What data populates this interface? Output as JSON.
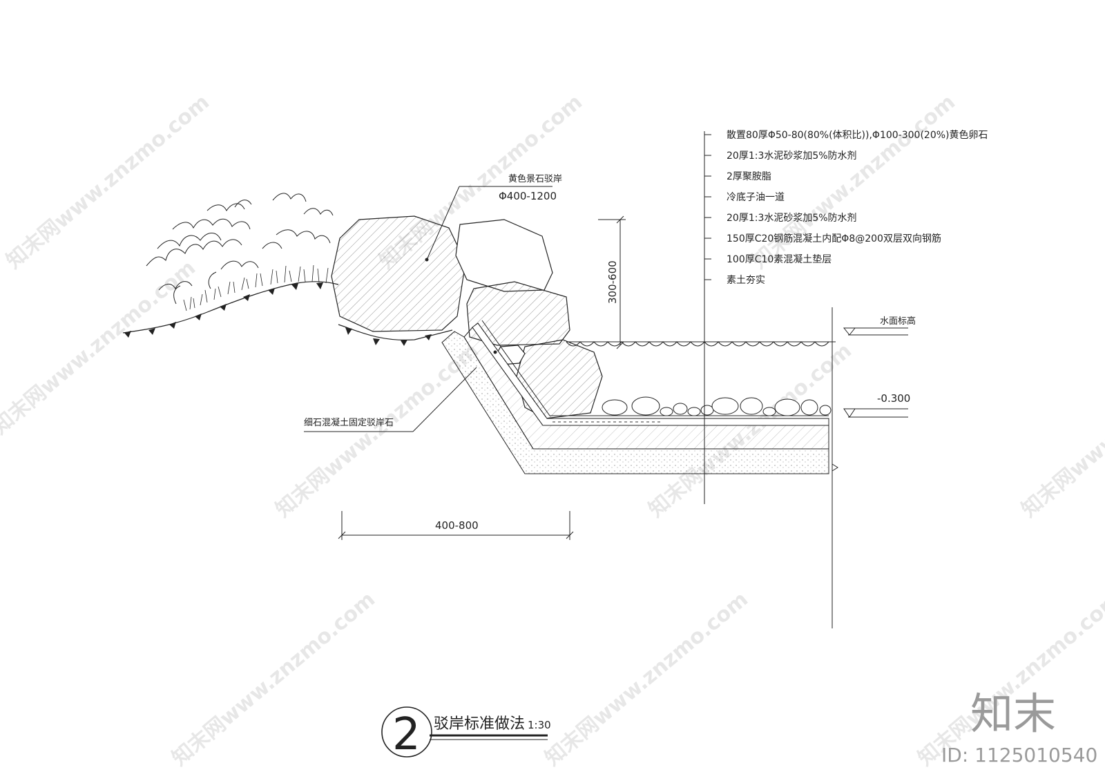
{
  "boulder_callout": {
    "title": "黄色景石驳岸",
    "size": "Φ400-1200"
  },
  "layers": [
    "散置80厚Φ50-80(80%(体积比)),Φ100-300(20%)黄色卵石",
    "20厚1:3水泥砂浆加5%防水剂",
    "2厚聚胺脂",
    "冷底子油一道",
    "20厚1:3水泥砂浆加5%防水剂",
    "150厚C20钢筋混凝土内配Φ8@200双层双向钢筋",
    "100厚C10素混凝土垫层",
    "素土夯实"
  ],
  "dimensions": {
    "height_range": "300-600",
    "width_range": "400-800"
  },
  "levels": {
    "water_surface": "水面标高",
    "bottom": "-0.300"
  },
  "bank_note": "细石混凝土固定驳岸石",
  "title_block": {
    "number": "2",
    "title": "驳岸标准做法",
    "scale": "1:30"
  },
  "watermark": {
    "text": "知末网www.znzmo.com",
    "brand": "知末",
    "id": "ID: 1125010540"
  },
  "colors": {
    "line": "#222222",
    "hatch": "#555555",
    "watermark": "#bdbdbd"
  }
}
